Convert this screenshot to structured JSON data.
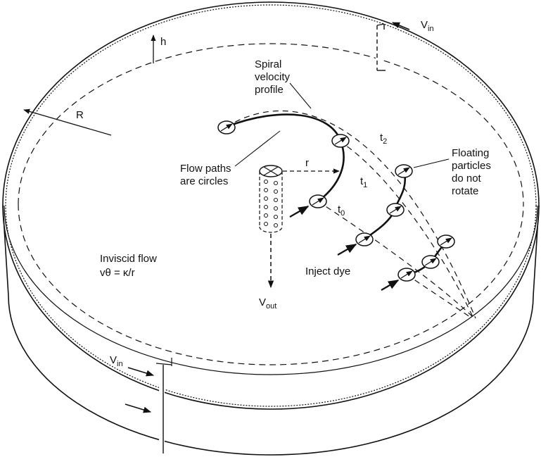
{
  "labels": {
    "v_in_top": "V",
    "v_in_top_sub": "in",
    "h": "h",
    "R": "R",
    "spiral_line1": "Spiral",
    "spiral_line2": "velocity",
    "spiral_line3": "profile",
    "t2": "t",
    "t2_sub": "2",
    "t1": "t",
    "t1_sub": "1",
    "t0": "t",
    "t0_sub": "0",
    "r": "r",
    "flow_paths_line1": "Flow paths",
    "flow_paths_line2": "are circles",
    "floating_line1": "Floating",
    "floating_line2": "particles",
    "floating_line3": "do not",
    "floating_line4": "rotate",
    "inviscid_line1": "Inviscid flow",
    "inviscid_line2": "vθ = κ/r",
    "inject_dye": "Inject dye",
    "v_out": "V",
    "v_out_sub": "out",
    "v_in_bottom": "V",
    "v_in_bottom_sub": "in"
  }
}
